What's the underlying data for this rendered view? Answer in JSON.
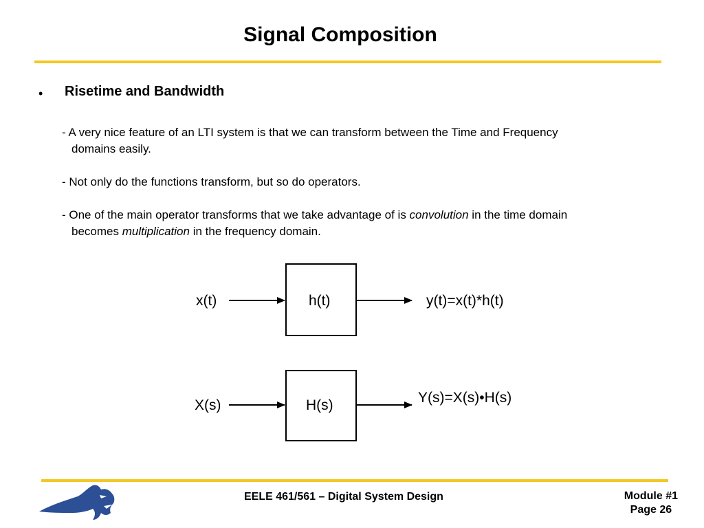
{
  "slide": {
    "title": "Signal Composition",
    "bullet_marker": "•",
    "bullet_heading": "Risetime and Bandwidth",
    "paragraphs": {
      "p1_line1": "- A very nice feature of an LTI system is that we can transform between the Time and Frequency",
      "p1_line2": "domains easily.",
      "p2": "- Not only do the functions transform, but so do operators.",
      "p3_prefix": "- One of the main operator transforms that we take advantage of is ",
      "p3_em1": "convolution",
      "p3_mid": " in the time domain",
      "p3_line2_prefix": "becomes ",
      "p3_em2": "multiplication",
      "p3_suffix": " in the frequency domain."
    }
  },
  "diagram": {
    "time_domain": {
      "input": "x(t)",
      "block": "h(t)",
      "output": "y(t)=x(t)*h(t)"
    },
    "frequency_domain": {
      "input": "X(s)",
      "block": "H(s)",
      "output": "Y(s)=X(s)•H(s)"
    }
  },
  "footer": {
    "course": "EELE 461/561 – Digital System Design",
    "module": "Module #1",
    "page": "Page 26",
    "logo_icon": "bobcat-logo-icon"
  },
  "colors": {
    "accent_rule": "#f4c823",
    "logo_blue": "#2c4f96"
  }
}
